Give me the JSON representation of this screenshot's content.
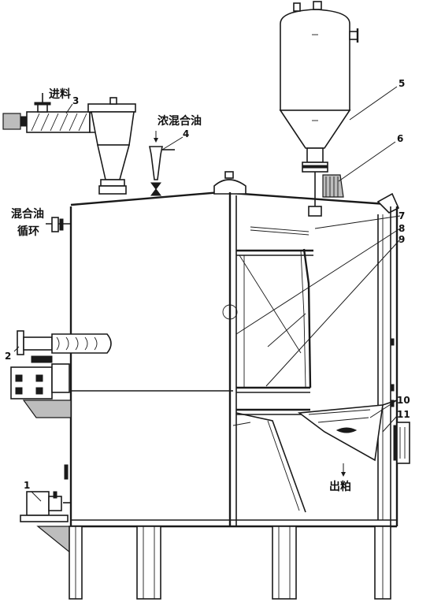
{
  "labels": {
    "feed": "进料",
    "concentrated_miscella": "浓混合油",
    "miscella_circulation_line1": "混合油",
    "miscella_circulation_line2": "循环",
    "meal_outlet": "出粕"
  },
  "callouts": [
    "1",
    "2",
    "3",
    "4",
    "5",
    "6",
    "7",
    "8",
    "9",
    "10",
    "11"
  ],
  "colors": {
    "ink": "#1a1a1a",
    "paper": "#ffffff"
  }
}
